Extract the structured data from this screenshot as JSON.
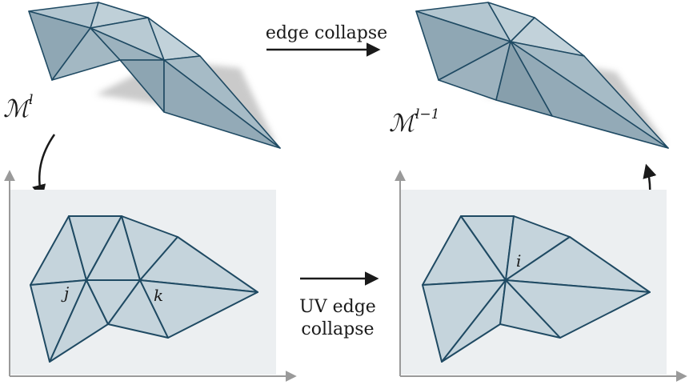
{
  "labels": {
    "top_arrow": "edge collapse",
    "bottom_arrow_line1": "UV edge",
    "bottom_arrow_line2": "collapse",
    "mesh_left": "ℳ",
    "mesh_left_sup": "l",
    "mesh_right": "ℳ",
    "mesh_right_sup": "l−1",
    "vertex_j": "j",
    "vertex_k": "k",
    "vertex_i": "i"
  },
  "colors": {
    "mesh_face_light": "#c5d4dc",
    "mesh_face_mid": "#a9bec9",
    "mesh_face_dark": "#8aa2af",
    "mesh_edge": "#1f4a63",
    "shadow": "#c8c8c8",
    "uv_panel": "#eceff1",
    "uv_axis": "#9a9a9a",
    "arrow": "#1a1a1a"
  }
}
